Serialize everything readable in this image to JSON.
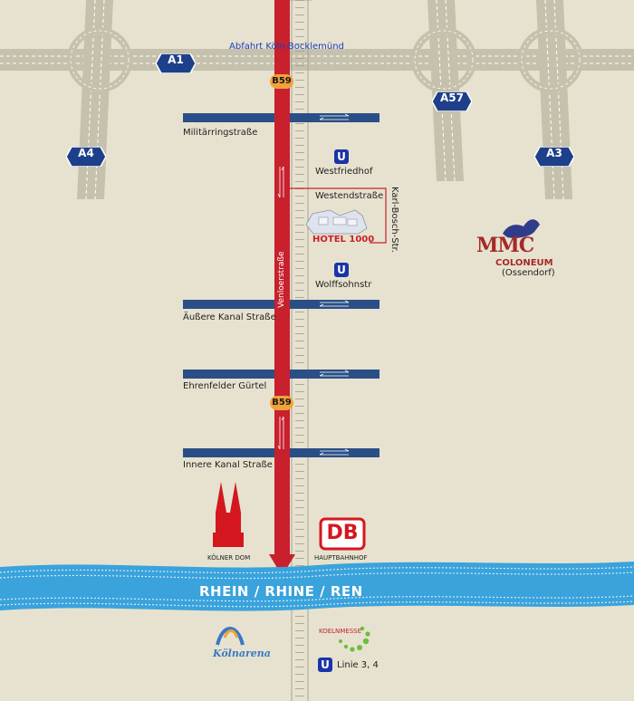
{
  "map": {
    "exit_label": "Abfahrt Köln-Bocklemünd",
    "highways": [
      {
        "name": "A1"
      },
      {
        "name": "A57"
      },
      {
        "name": "A4"
      },
      {
        "name": "A3"
      }
    ],
    "federal_road": "B59",
    "streets": {
      "militaerring": "Militärringstraße",
      "aeussere_kanal": "Äußere Kanal Straße",
      "ehrenfelder": "Ehrenfelder Gürtel",
      "innere_kanal": "Innere Kanal Straße",
      "westend": "Westendstraße",
      "karl_bosch": "Karl-Bosch-Str.",
      "venloer": "Venloerstraße"
    },
    "stations": {
      "westfriedhof": "Westfriedhof",
      "wolffsohn": "Wolffsohnstr",
      "linie": "Linie 3, 4",
      "u_symbol": "U"
    },
    "hotel_label": "HOTEL 1000",
    "mmc": {
      "logo": "MMC",
      "name": "COLONEUM",
      "location": "(Ossendorf)"
    },
    "landmarks": {
      "dom": "KÖLNER DOM",
      "db_logo": "DB",
      "hbf": "HAUPTBAHNHOF",
      "koelnarena": "Kölnarena",
      "koelnmesse": "KOELNMESSE"
    },
    "river": "RHEIN / RHINE / REN",
    "colors": {
      "background": "#e7e2cf",
      "main_road": "#c8202c",
      "cross_road": "#2a4f86",
      "highway": "#c6c1ad",
      "shield": "#1e3f8a",
      "b59": "#f2a23a",
      "river": "#3aa3dc",
      "hotel_route": "#c8202c",
      "mmc": "#a52a2a"
    }
  }
}
